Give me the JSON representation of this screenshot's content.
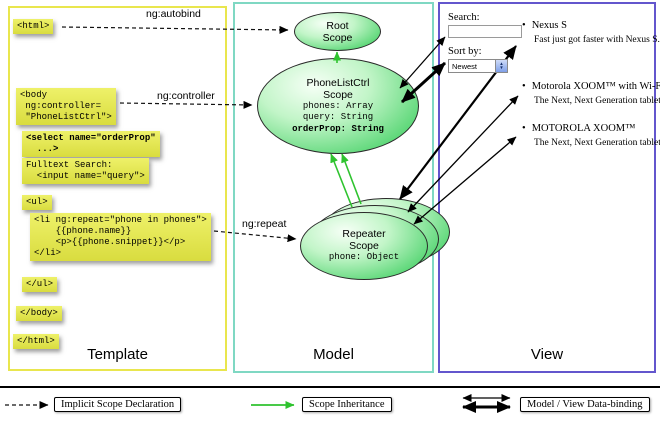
{
  "annotations": {
    "ng_autobind": "ng:autobind",
    "ng_controller": "ng:controller",
    "ng_repeat": "ng:repeat"
  },
  "template": {
    "label": "Template",
    "boxes": {
      "html_open": "<html>",
      "body_open": "<body\n ng:controller=\n \"PhoneListCtrl\">",
      "select_tag": "<select name=\"orderProp\"\n  ...>",
      "fulltext": "Fulltext Search:\n  <input name=\"query\">",
      "ul_open": "<ul>",
      "li_repeat": "<li ng:repeat=\"phone in phones\">\n    {{phone.name}}\n    <p>{{phone.snippet}}</p>\n</li>",
      "ul_close": "</ul>",
      "body_close": "</body>",
      "html_close": "</html>"
    }
  },
  "model": {
    "label": "Model",
    "root_scope": {
      "line1": "Root",
      "line2": "Scope"
    },
    "phonelist_scope": {
      "line1": "PhoneListCtrl",
      "line2": "Scope",
      "prop1": "phones: Array",
      "prop2": "query: String",
      "prop3": "orderProp: String"
    },
    "repeater_scope": {
      "line1": "Repeater",
      "line2": "Scope",
      "prop": "phone: Object"
    }
  },
  "view": {
    "label": "View",
    "search_label": "Search:",
    "sort_label": "Sort by:",
    "sort_value": "Newest",
    "items": [
      {
        "title": "Nexus S",
        "desc": "Fast just got faster with Nexus S."
      },
      {
        "title": "Motorola XOOM™ with Wi-Fi",
        "desc": "The Next, Next Generation tablet."
      },
      {
        "title": "MOTOROLA XOOM™",
        "desc": "The Next, Next Generation tablet."
      }
    ]
  },
  "legend": {
    "implicit": "Implicit Scope Declaration",
    "inheritance": "Scope Inheritance",
    "databinding": "Model / View Data-binding"
  },
  "colors": {
    "template_border": "#e9e64e",
    "model_border": "#7fd8c3",
    "view_border": "#6356cd",
    "code_box_yellow": "#e3e44c",
    "scope_green": "#52d470",
    "inheritance_green": "#2fc32f"
  }
}
